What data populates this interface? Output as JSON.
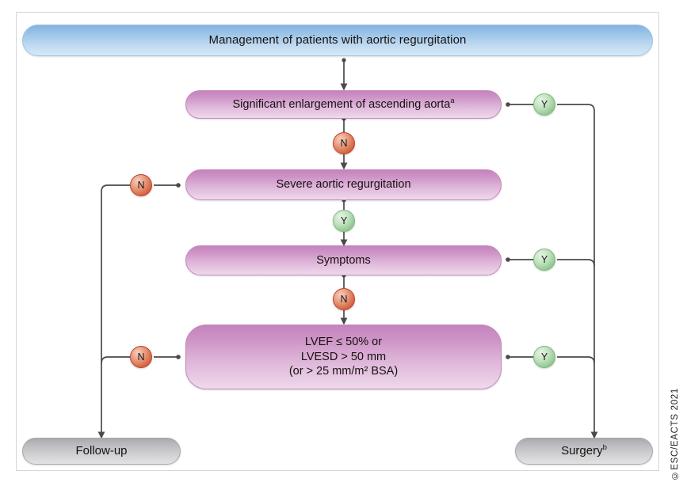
{
  "figure": {
    "title": "Management of patients with aortic regurgitation",
    "copyright": "©ESC/EACTS 2021"
  },
  "nodes": {
    "title": {
      "label": "Management of patients with aortic regurgitation"
    },
    "aorta": {
      "label": "Significant enlargement of ascending aorta",
      "superscript": "a"
    },
    "severe_ar": {
      "label": "Severe aortic regurgitation"
    },
    "symptoms": {
      "label": "Symptoms"
    },
    "lvef": {
      "line1": "LVEF ≤ 50% or",
      "line2": "LVESD > 50 mm",
      "line3": "(or > 25 mm/m² BSA)"
    },
    "followup": {
      "label": "Follow-up"
    },
    "surgery": {
      "label": "Surgery",
      "superscript": "b"
    }
  },
  "badges": {
    "aorta_yes": "Y",
    "aorta_no": "N",
    "severe_no": "N",
    "severe_yes": "Y",
    "symptoms_yes": "Y",
    "symptoms_no": "N",
    "lvef_no": "N",
    "lvef_yes": "Y"
  },
  "colors": {
    "title_fill": "#9cc3e8",
    "decision_fill": "#cd93c6",
    "outcome_fill": "#bcbcc0",
    "yes_badge": "#8cc68c",
    "no_badge": "#d4603c",
    "connector": "#4a4a4a",
    "frame_border": "#d6d6d6"
  },
  "chart_data": {
    "type": "flowchart",
    "title": "Management of patients with aortic regurgitation",
    "nodes": [
      {
        "id": "title",
        "kind": "header",
        "text": "Management of patients with aortic regurgitation"
      },
      {
        "id": "aorta",
        "kind": "decision",
        "text": "Significant enlargement of ascending aorta (a)"
      },
      {
        "id": "severe_ar",
        "kind": "decision",
        "text": "Severe aortic regurgitation"
      },
      {
        "id": "symptoms",
        "kind": "decision",
        "text": "Symptoms"
      },
      {
        "id": "lvef",
        "kind": "decision",
        "text": "LVEF ≤ 50% or LVESD > 50 mm (or > 25 mm/m² BSA)"
      },
      {
        "id": "followup",
        "kind": "outcome",
        "text": "Follow-up"
      },
      {
        "id": "surgery",
        "kind": "outcome",
        "text": "Surgery (b)"
      }
    ],
    "edges": [
      {
        "from": "title",
        "to": "aorta",
        "label": ""
      },
      {
        "from": "aorta",
        "to": "surgery",
        "label": "Y"
      },
      {
        "from": "aorta",
        "to": "severe_ar",
        "label": "N"
      },
      {
        "from": "severe_ar",
        "to": "followup",
        "label": "N"
      },
      {
        "from": "severe_ar",
        "to": "symptoms",
        "label": "Y"
      },
      {
        "from": "symptoms",
        "to": "surgery",
        "label": "Y"
      },
      {
        "from": "symptoms",
        "to": "lvef",
        "label": "N"
      },
      {
        "from": "lvef",
        "to": "followup",
        "label": "N"
      },
      {
        "from": "lvef",
        "to": "surgery",
        "label": "Y"
      }
    ]
  }
}
